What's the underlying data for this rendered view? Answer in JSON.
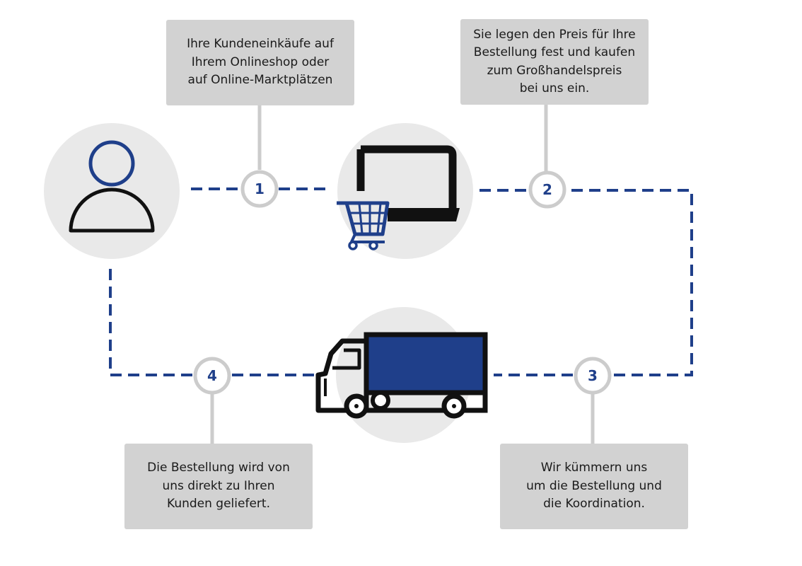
{
  "steps": [
    {
      "number": "1",
      "lines": [
        "Ihre Kundeneinkäufe auf",
        "Ihrem Onlineshop oder",
        "auf Online-Marktplätzen"
      ]
    },
    {
      "number": "2",
      "lines": [
        "Sie legen den Preis für Ihre",
        "Bestellung fest und kaufen",
        "zum Großhandelspreis",
        "bei uns ein."
      ]
    },
    {
      "number": "3",
      "lines": [
        "Wir kümmern uns",
        "um die Bestellung und",
        "die Koordination."
      ]
    },
    {
      "number": "4",
      "lines": [
        "Die Bestellung wird von",
        "uns direkt zu Ihren",
        "Kunden geliefert."
      ]
    }
  ],
  "icons": {
    "customer": "person-icon",
    "shop": "laptop-icon",
    "cart": "shopping-cart-icon",
    "delivery": "truck-icon"
  },
  "colors": {
    "accent": "#1f3f8a",
    "box_background": "#d2d2d2",
    "icon_circle": "#e9e9e9",
    "connector": "#cccccc",
    "icon_stroke": "#111111"
  }
}
